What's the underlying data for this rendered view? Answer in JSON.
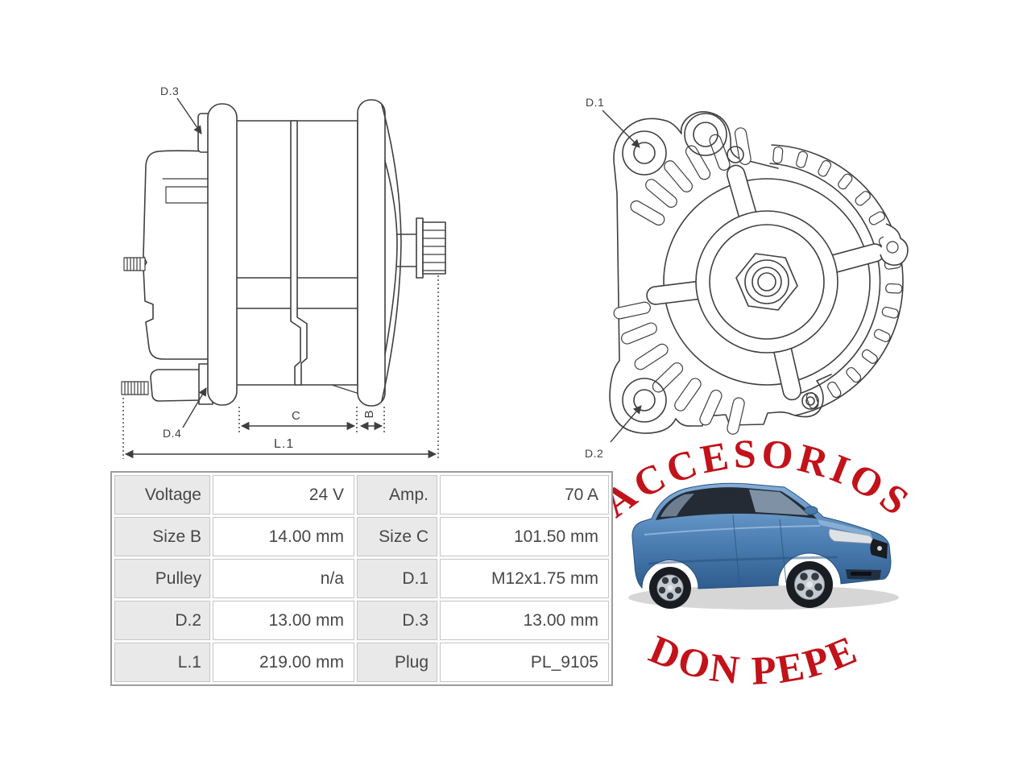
{
  "side_view": {
    "labels": {
      "d3": "D.3",
      "d4": "D.4"
    },
    "dimensions": {
      "c": "C",
      "b": "B",
      "l1": "L.1"
    }
  },
  "front_view": {
    "labels": {
      "d1": "D.1",
      "d2": "D.2"
    }
  },
  "logo": {
    "top_text": "ACCESORIOS",
    "bottom_text": "DON PEPE",
    "text_color": "#c2121a",
    "car": "blue-sedan-three-quarter-view"
  },
  "spec_table": {
    "rows": [
      {
        "label1": "Voltage",
        "value1": "24 V",
        "label2": "Amp.",
        "value2": "70 A"
      },
      {
        "label1": "Size B",
        "value1": "14.00 mm",
        "label2": "Size C",
        "value2": "101.50 mm"
      },
      {
        "label1": "Pulley",
        "value1": "n/a",
        "label2": "D.1",
        "value2": "M12x1.75 mm"
      },
      {
        "label1": "D.2",
        "value1": "13.00 mm",
        "label2": "D.3",
        "value2": "13.00 mm"
      },
      {
        "label1": "L.1",
        "value1": "219.00 mm",
        "label2": "Plug",
        "value2": "PL_9105"
      }
    ]
  },
  "colors": {
    "drawing_line": "#3f3f3f",
    "logo_red": "#c2121a",
    "table_label_bg": "#e9e9e9",
    "table_border": "#c6c6c6"
  }
}
